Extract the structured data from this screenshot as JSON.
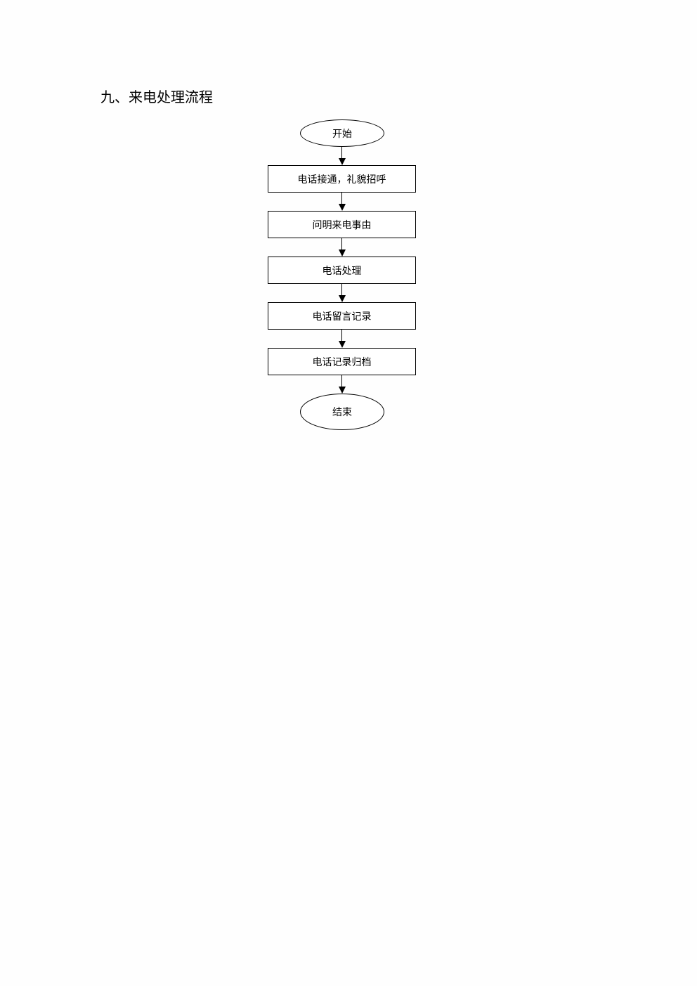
{
  "document": {
    "section_title": "九、来电处理流程"
  },
  "flowchart": {
    "nodes": [
      {
        "id": "start",
        "label": "开始",
        "shape": "oval"
      },
      {
        "id": "answer",
        "label": "电话接通，礼貌招呼",
        "shape": "box"
      },
      {
        "id": "ask",
        "label": "问明来电事由",
        "shape": "box"
      },
      {
        "id": "handle",
        "label": "电话处理",
        "shape": "box"
      },
      {
        "id": "message",
        "label": "电话留言记录",
        "shape": "box"
      },
      {
        "id": "archive",
        "label": "电话记录归档",
        "shape": "box"
      },
      {
        "id": "end",
        "label": "结束",
        "shape": "oval"
      }
    ],
    "edges": [
      {
        "from": "start",
        "to": "answer"
      },
      {
        "from": "answer",
        "to": "ask"
      },
      {
        "from": "ask",
        "to": "handle"
      },
      {
        "from": "handle",
        "to": "message"
      },
      {
        "from": "message",
        "to": "archive"
      },
      {
        "from": "archive",
        "to": "end"
      }
    ]
  }
}
